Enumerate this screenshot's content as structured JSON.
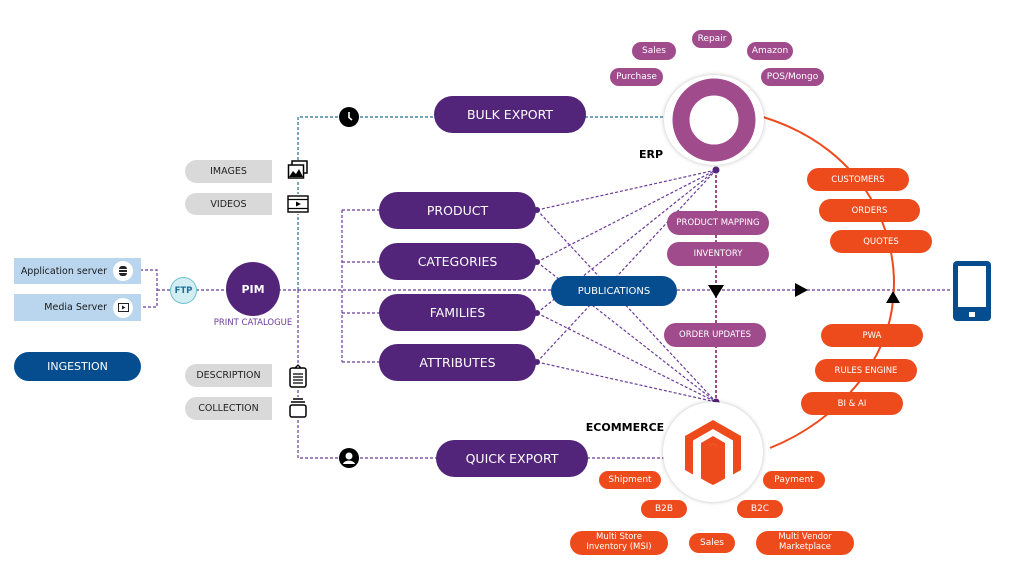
{
  "sources": {
    "application_server": "Application server",
    "media_server": "Media Server",
    "ftp": "FTP",
    "ingestion": "INGESTION"
  },
  "pim": {
    "label": "PIM",
    "caption": "PRINT CATALOGUE"
  },
  "assets": {
    "images": "IMAGES",
    "videos": "VIDEOS",
    "description": "DESCRIPTION",
    "collection": "COLLECTION"
  },
  "exports": {
    "bulk": "BULK EXPORT",
    "quick": "QUICK EXPORT"
  },
  "entities": [
    "PRODUCT",
    "CATEGORIES",
    "FAMILIES",
    "ATTRIBUTES"
  ],
  "publications": "PUBLICATIONS",
  "erp": {
    "label": "ERP",
    "modules": [
      "Sales",
      "Repair",
      "Amazon",
      "Purchase",
      "POS/Mongo"
    ]
  },
  "sync": [
    "PRODUCT MAPPING",
    "INVENTORY",
    "ORDER UPDATES"
  ],
  "crm": [
    "CUSTOMERS",
    "ORDERS",
    "QUOTES"
  ],
  "frontend": [
    "PWA",
    "RULES ENGINE",
    "BI & AI"
  ],
  "ecommerce": {
    "label": "ECOMMERCE",
    "modules": [
      "Shipment",
      "Payment",
      "B2B",
      "B2C",
      "Multi Store\nInventory (MSI)",
      "Sales",
      "Multi Vendor\nMarketplace"
    ]
  },
  "colors": {
    "purple": "#52247a",
    "navy": "#064d8f",
    "magenta": "#a04b8c",
    "orange": "#ee4b1d",
    "light_blue": "#bad6ee",
    "teal_dotted": "#1f6e95"
  }
}
